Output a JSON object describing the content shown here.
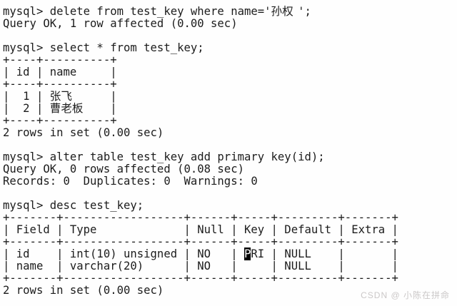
{
  "terminal": {
    "prompt": "mysql>",
    "fg": "#1c1c1c",
    "bg": "#fefefe",
    "highlight_bg": "#000000",
    "highlight_fg": "#ffffff",
    "lines": [
      "mysql> delete from test_key where name='孙权';",
      "Query OK, 1 row affected (0.00 sec)",
      "",
      "mysql> select * from test_key;",
      "+----+----------+",
      "| id | name     |",
      "+----+----------+",
      "|  1 | 张飞     |",
      "|  2 | 曹老板   |",
      "+----+----------+",
      "2 rows in set (0.00 sec)",
      "",
      "mysql> alter table test_key add primary key(id);",
      "Query OK, 0 rows affected (0.08 sec)",
      "Records: 0  Duplicates: 0  Warnings: 0",
      "",
      "mysql> desc test_key;",
      "+-------+------------------+------+-----+---------+-------+",
      "| Field | Type             | Null | Key | Default | Extra |",
      "+-------+------------------+------+-----+---------+-------+",
      {
        "pre": "| id    | int(10) unsigned | NO   | ",
        "highlight": "P",
        "post": "RI | NULL    |       |"
      },
      "| name  | varchar(20)      | NO   |     | NULL    |       |",
      "+-------+------------------+------+-----+---------+-------+",
      "2 rows in set (0.00 sec)"
    ]
  },
  "watermark": {
    "text": "CSDN @ 小陈在拼命",
    "color": "#cbc8c8"
  }
}
